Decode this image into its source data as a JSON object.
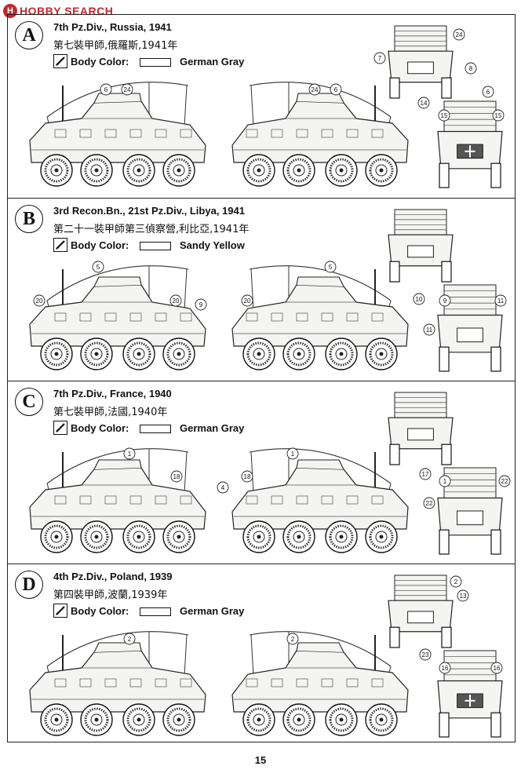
{
  "logo": {
    "mark": "H",
    "text": "HOBBY SEARCH"
  },
  "page_number": "15",
  "sections": [
    {
      "letter": "A",
      "unit_en": "7th Pz.Div., Russia, 1941",
      "unit_zh": "第七裝甲師,俄羅斯,1941年",
      "color_label": "Body Color:",
      "color_name": "German Gray",
      "callouts": [
        "6",
        "24",
        "24",
        "6",
        "24",
        "7",
        "8",
        "14",
        "6",
        "15",
        "15"
      ]
    },
    {
      "letter": "B",
      "unit_en": "3rd Recon.Bn., 21st Pz.Div., Libya, 1941",
      "unit_zh": "第二十一裝甲師第三偵察營,利比亞,1941年",
      "color_label": "Body Color:",
      "color_name": "Sandy Yellow",
      "callouts": [
        "5",
        "20",
        "20",
        "9",
        "5",
        "20",
        "10",
        "9",
        "11",
        "11"
      ]
    },
    {
      "letter": "C",
      "unit_en": "7th Pz.Div., France, 1940",
      "unit_zh": "第七裝甲師,法國,1940年",
      "color_label": "Body Color:",
      "color_name": "German Gray",
      "callouts": [
        "1",
        "18",
        "1",
        "4",
        "18",
        "17",
        "1",
        "22",
        "22"
      ]
    },
    {
      "letter": "D",
      "unit_en": "4th Pz.Div., Poland, 1939",
      "unit_zh": "第四裝甲師,波蘭,1939年",
      "color_label": "Body Color:",
      "color_name": "German Gray",
      "callouts": [
        "2",
        "2",
        "2",
        "13",
        "23",
        "16",
        "16"
      ]
    }
  ]
}
